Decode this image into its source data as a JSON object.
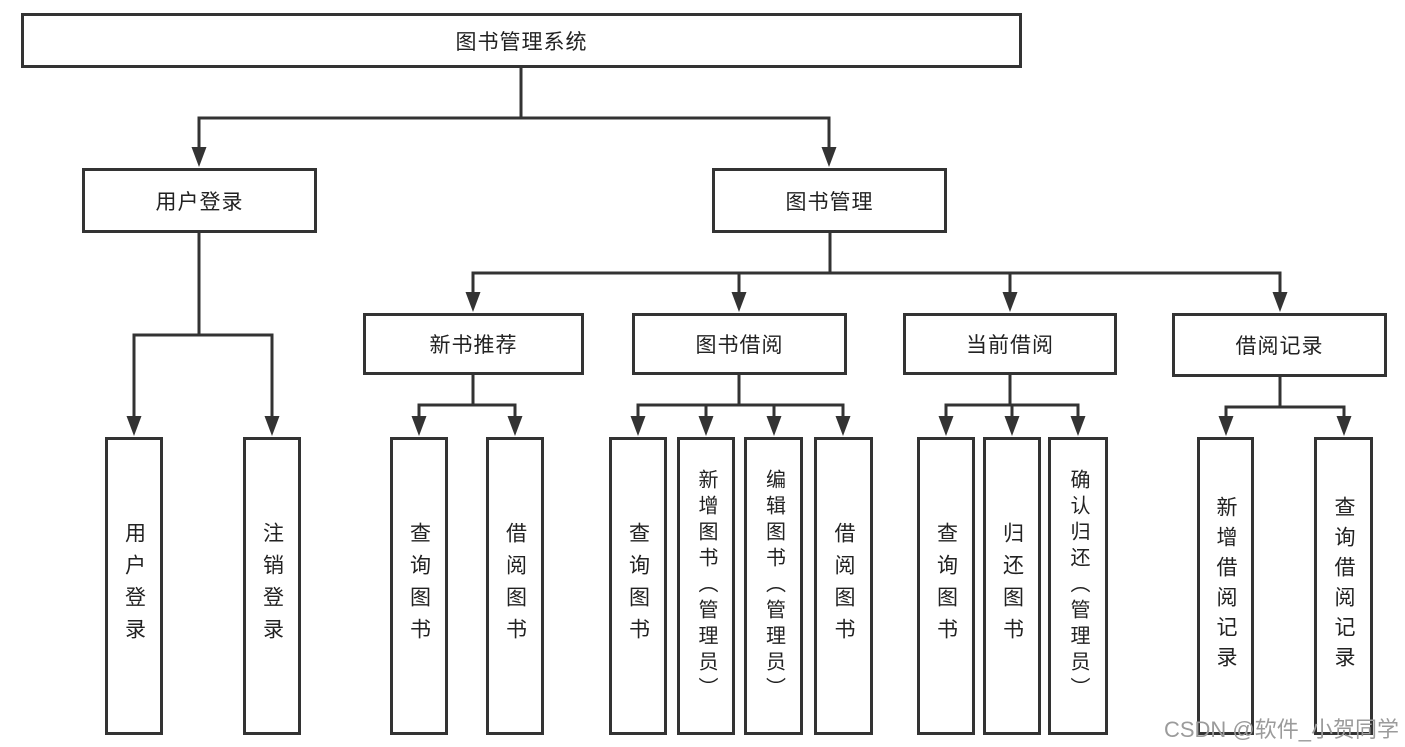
{
  "tree": {
    "label": "图书管理系统",
    "children": [
      {
        "label": "用户登录",
        "children": [
          {
            "label": "用户登录"
          },
          {
            "label": "注销登录"
          }
        ]
      },
      {
        "label": "图书管理",
        "children": [
          {
            "label": "新书推荐",
            "children": [
              {
                "label": "查询图书"
              },
              {
                "label": "借阅图书"
              }
            ]
          },
          {
            "label": "图书借阅",
            "children": [
              {
                "label": "查询图书"
              },
              {
                "label": "新增图书（管理员）"
              },
              {
                "label": "编辑图书（管理员）"
              },
              {
                "label": "借阅图书"
              }
            ]
          },
          {
            "label": "当前借阅",
            "children": [
              {
                "label": "查询图书"
              },
              {
                "label": "归还图书"
              },
              {
                "label": "确认归还（管理员）"
              }
            ]
          },
          {
            "label": "借阅记录",
            "children": [
              {
                "label": "新增借阅记录"
              },
              {
                "label": "查询借阅记录"
              }
            ]
          }
        ]
      }
    ]
  },
  "watermark": "CSDN @软件_小贺同学",
  "colors": {
    "line": "#333333",
    "box_border": "#333333",
    "text": "#222222",
    "watermark": "#9b9b9b",
    "background": "#ffffff"
  }
}
